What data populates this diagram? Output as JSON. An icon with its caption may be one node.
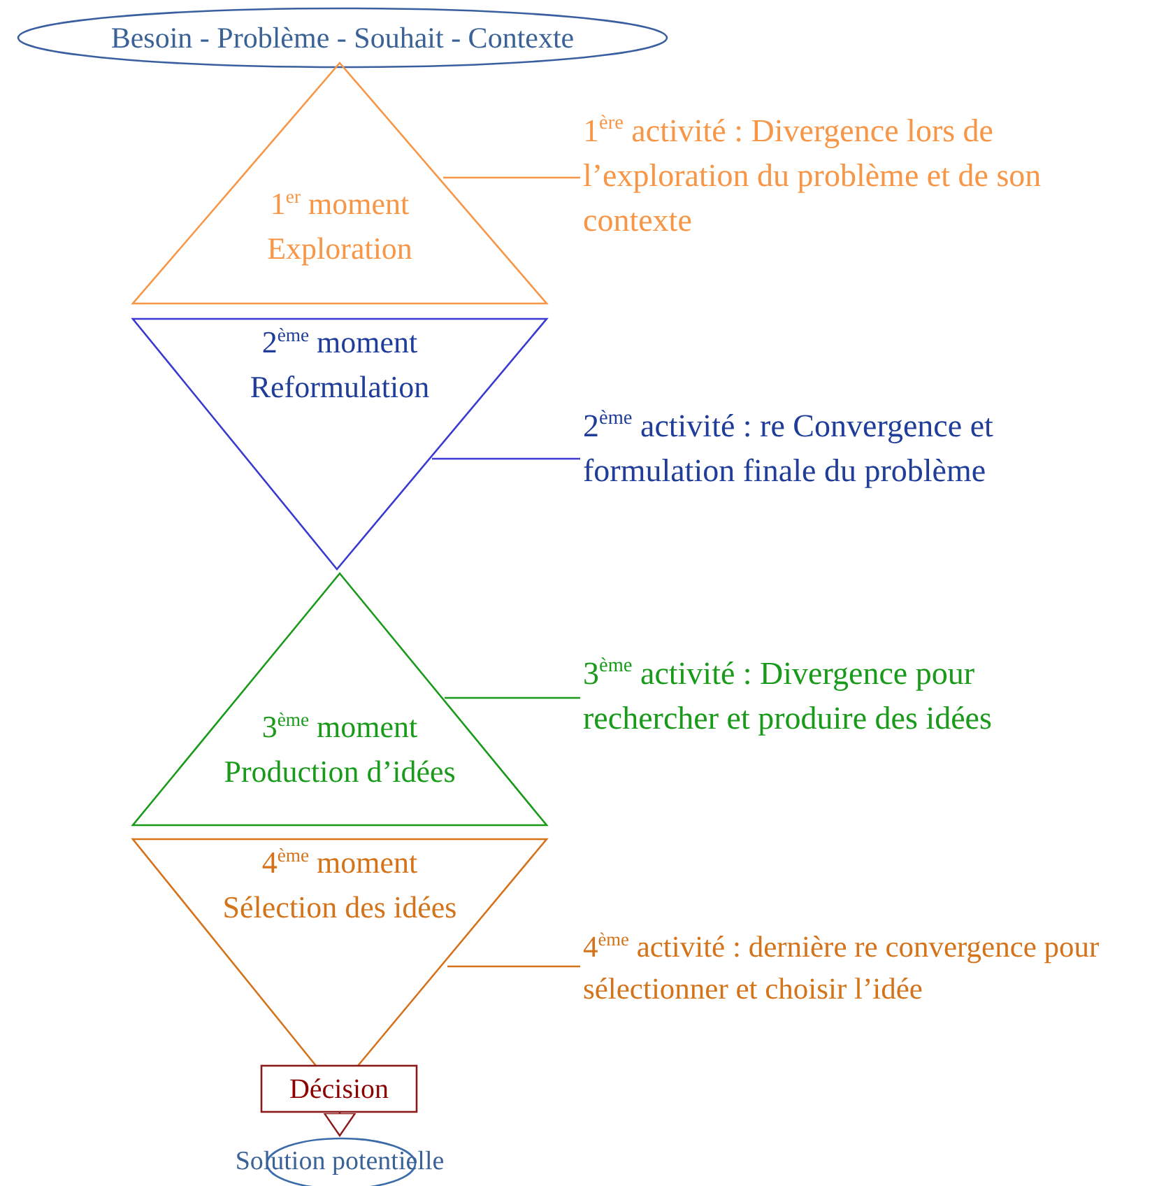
{
  "diagram": {
    "nodes": [
      {
        "text": [
          "Besoin - Problème - Souhait - Contexte"
        ]
      },
      {
        "text": [
          "1$^{er}$ moment",
          "Exploration"
        ]
      },
      {
        "text": [
          "1$^{ère}$ activité : Divergence lors de l’exploration du problème et de son contexte"
        ]
      },
      {
        "text": [
          "2$^{ème}$ moment",
          "Reformulation"
        ]
      },
      {
        "text": [
          "2$^{ème}$ activité : re Convergence et formulation finale du problème"
        ]
      },
      {
        "text": [
          "3$^{ème}$ moment",
          "Production d’idées"
        ]
      },
      {
        "text": [
          "3$^{ème}$ activité : Divergence pour rechercher et produire des idées"
        ]
      },
      {
        "text": [
          "4$^{ème}$ moment",
          "Sélection des idées"
        ]
      },
      {
        "text": [
          "4$^{ème}$ activité : dernière re convergence pour sélectionner et choisir l’idée"
        ]
      },
      {
        "text": [
          "Décision"
        ]
      },
      {
        "text": [
          "Solution potentielle"
        ]
      }
    ],
    "edges": [
      {
        "from": 2,
        "to": 1,
        "arrow": "none",
        "color": "#f79646"
      },
      {
        "from": 4,
        "to": 3,
        "arrow": "none",
        "color": "#3a3ad0"
      },
      {
        "from": 6,
        "to": 5,
        "arrow": "none",
        "color": "#1a9a1a"
      },
      {
        "from": 8,
        "to": 7,
        "arrow": "none",
        "color": "#d4731a"
      },
      {
        "from": 9,
        "to": 10,
        "arrow": "to",
        "color": "#8b1a1a"
      }
    ]
  }
}
